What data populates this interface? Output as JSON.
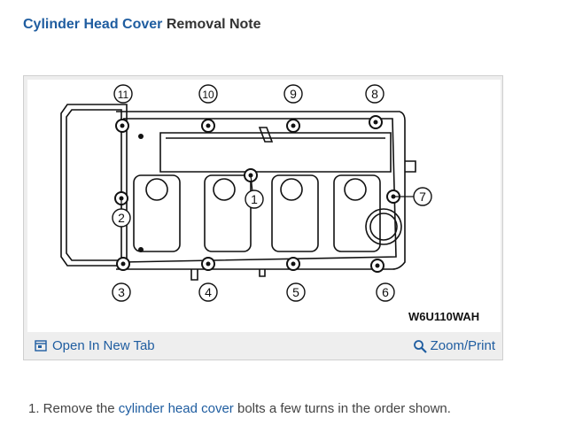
{
  "header": {
    "title_link": "Cylinder Head Cover",
    "title_rest": " Removal Note"
  },
  "figure": {
    "bolt_numbers": [
      "1",
      "2",
      "3",
      "4",
      "5",
      "6",
      "7",
      "8",
      "9",
      "10",
      "11"
    ],
    "code": "W6U110WAH"
  },
  "figure_actions": {
    "open_label": "Open In New Tab",
    "zoom_label": "Zoom/Print"
  },
  "instructions": {
    "number": "1.",
    "prefix": " Remove the ",
    "link": "cylinder head cover",
    "suffix": " bolts a few turns in the order shown."
  }
}
